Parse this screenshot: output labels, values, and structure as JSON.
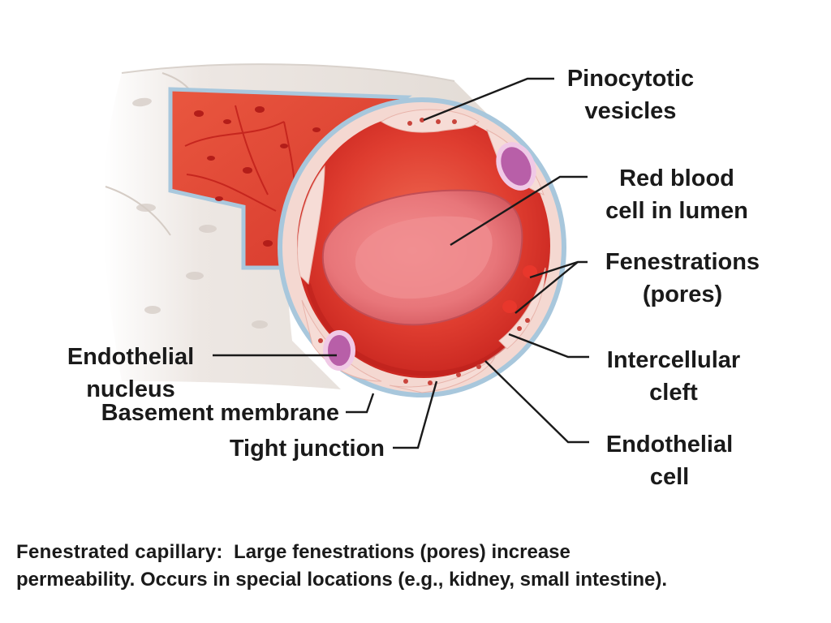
{
  "labels": {
    "pinocytotic_vesicles": [
      "Pinocytotic",
      "vesicles"
    ],
    "red_blood_cell": [
      "Red blood",
      "cell in lumen"
    ],
    "fenestrations": [
      "Fenestrations",
      "(pores)"
    ],
    "intercellular_cleft": [
      "Intercellular",
      "cleft"
    ],
    "endothelial_cell": [
      "Endothelial",
      "cell"
    ],
    "endothelial_nucleus": [
      "Endothelial",
      "nucleus"
    ],
    "basement_membrane": "Basement membrane",
    "tight_junction": "Tight junction"
  },
  "caption": {
    "title": "Fenestrated capillary:",
    "line1": "Large fenestrations (pores) increase",
    "line2": "permeability.  Occurs in special  locations (e.g., kidney, small intestine)."
  },
  "colors": {
    "lumen": "#d8342e",
    "wall_outer": "#ece7e3",
    "endothelium": "#f6dcd6",
    "rbc": "#e9747a",
    "nucleus": "#b85fa8",
    "basement": "#a8c7dc"
  }
}
